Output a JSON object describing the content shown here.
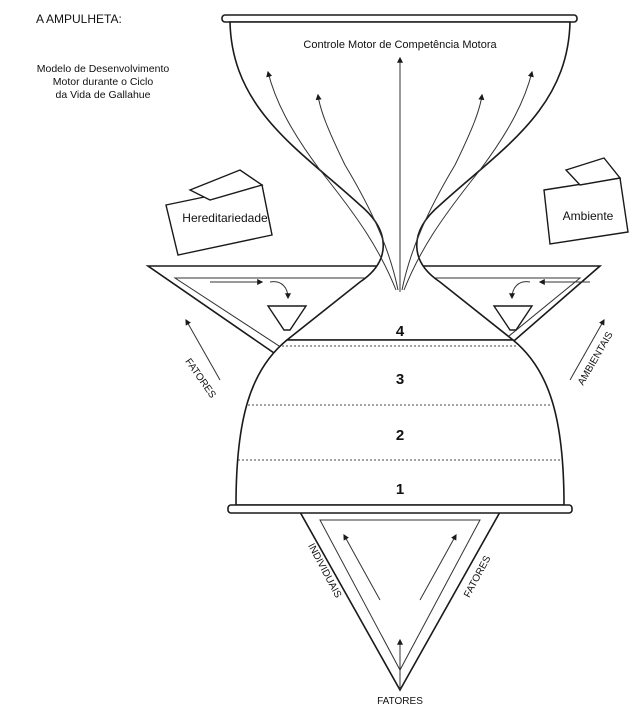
{
  "heading": {
    "title": "A AMPULHETA:",
    "subtitle_line1": "Modelo de Desenvolvimento",
    "subtitle_line2": "Motor durante o Ciclo",
    "subtitle_line3": "da Vida de Gallahue"
  },
  "top_label": "Controle Motor de Competência Motora",
  "buckets": {
    "left": "Hereditariedade",
    "right": "Ambiente"
  },
  "levels": [
    "4",
    "3",
    "2",
    "1"
  ],
  "triangle_labels": {
    "left_side": "FATORES",
    "right_side": "AMBIENTAIS",
    "bottom_left": "INDIVIDUAIS",
    "bottom_right": "FATORES",
    "bottom": "FATORES"
  }
}
